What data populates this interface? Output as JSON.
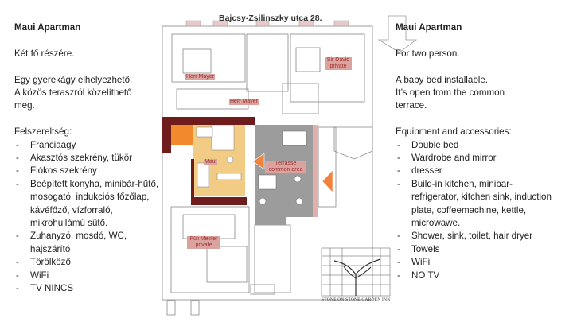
{
  "street_title": "Bajcsy-Zsilinszky utca 28.",
  "left": {
    "title": "Maui Apartman",
    "capacity": "Két fő részére.",
    "note_lines": [
      "Egy gyerekágy elhelyezhető.",
      "A közös teraszról közelíthető",
      "meg."
    ],
    "equipment_heading": "Felszereltség:",
    "items": [
      "Franciaágy",
      "Akasztós szekrény, tükör",
      "Fiókos szekrény",
      "Beépített konyha, minibár-hűtő, mosogató, indukciós főzőlap, kávéfőző, vízforraló, mikrohullámú sütő.",
      "Zuhanyzó, mosdó, WC, hajszárító",
      "Törölköző",
      "WiFi",
      "TV NINCS"
    ]
  },
  "right": {
    "title": "Maui Apartman",
    "capacity": "For two person.",
    "note_lines": [
      "A baby bed installable.",
      "It’s open from the common",
      "terrace."
    ],
    "equipment_heading": "Equipment and accessories:",
    "items": [
      "Double bed",
      "Wardrobe and mirror",
      "dresser",
      "Build-in kitchen, minibar-refrigerator, kitchen sink, induction plate, coffeemachine, kettle, microwawe.",
      "Shower, sink, toilet, hair dryer",
      "Towels",
      "WiFi",
      "NO TV"
    ]
  },
  "plan_labels": {
    "herr_mayer_1": "Herr Mayer",
    "herr_mayer_2": "Herr Mayer",
    "sir_david": "Sir David private",
    "maui": "Maui",
    "terrasse": "Terrasse common area",
    "fuli_mester": "Füli Mester private"
  },
  "logo_text": "STONE ON STONE GARDEN INN",
  "colors": {
    "maui_fill": "#f2cc85",
    "wall_dark": "#6e1c1c",
    "terrace_gray": "#9c9c9c",
    "arrow_orange": "#f0823c",
    "label_bg": "#dba3a0"
  }
}
